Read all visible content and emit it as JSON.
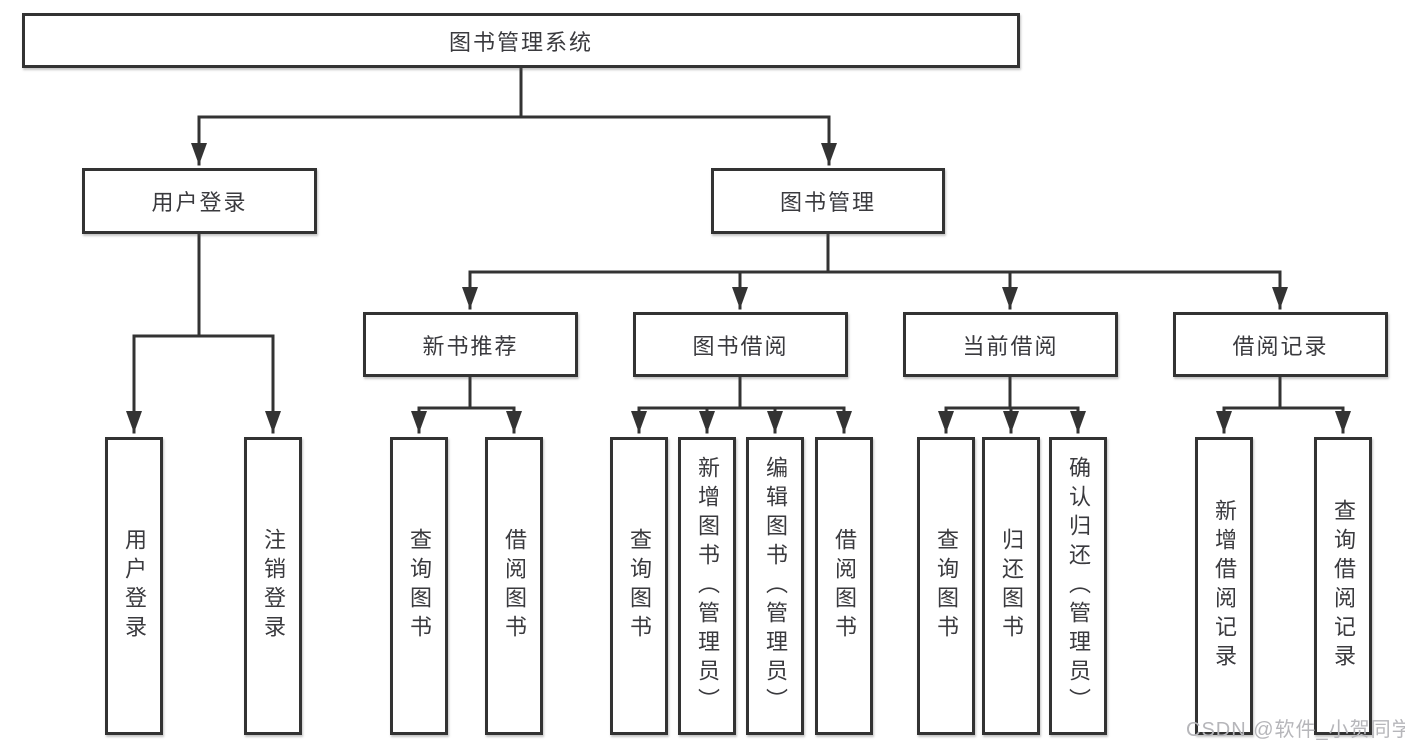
{
  "diagram": {
    "type": "tree",
    "root": {
      "label": "图书管理系统"
    },
    "level1": [
      {
        "label": "用户登录",
        "parent": "图书管理系统"
      },
      {
        "label": "图书管理",
        "parent": "图书管理系统"
      }
    ],
    "level2": [
      {
        "label": "新书推荐",
        "parent": "图书管理"
      },
      {
        "label": "图书借阅",
        "parent": "图书管理"
      },
      {
        "label": "当前借阅",
        "parent": "图书管理"
      },
      {
        "label": "借阅记录",
        "parent": "图书管理"
      }
    ],
    "leaves": [
      {
        "label": "用户登录",
        "parent": "用户登录"
      },
      {
        "label": "注销登录",
        "parent": "用户登录"
      },
      {
        "label": "查询图书",
        "parent": "新书推荐"
      },
      {
        "label": "借阅图书",
        "parent": "新书推荐"
      },
      {
        "label": "查询图书",
        "parent": "图书借阅"
      },
      {
        "label": "新增图书（管理员）",
        "parent": "图书借阅"
      },
      {
        "label": "编辑图书（管理员）",
        "parent": "图书借阅"
      },
      {
        "label": "借阅图书",
        "parent": "图书借阅"
      },
      {
        "label": "查询图书",
        "parent": "当前借阅"
      },
      {
        "label": "归还图书",
        "parent": "当前借阅"
      },
      {
        "label": "确认归还（管理员）",
        "parent": "当前借阅"
      },
      {
        "label": "新增借阅记录",
        "parent": "借阅记录"
      },
      {
        "label": "查询借阅记录",
        "parent": "借阅记录"
      }
    ],
    "colors": {
      "line": "#333333",
      "node_border": "#333333",
      "node_text": "#3a3a3e",
      "background": "#ffffff"
    }
  },
  "watermark": {
    "text": "CSDN @软件_小贺同学",
    "color": "#b6b6ba"
  }
}
